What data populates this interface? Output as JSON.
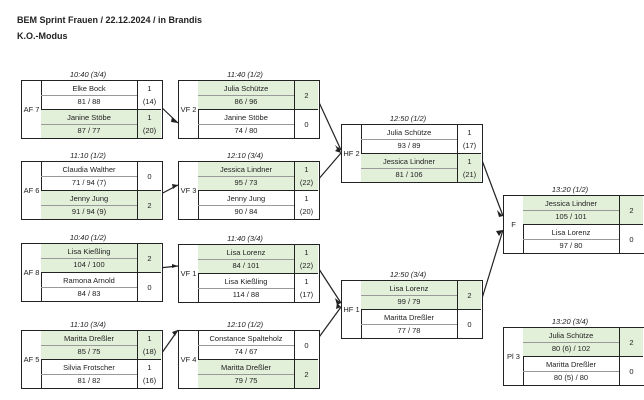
{
  "header": {
    "title": "BEM Sprint Frauen / 22.12.2024 / in Brandis",
    "subtitle": "K.O.-Modus"
  },
  "matches": {
    "af7": {
      "code": "AF 7",
      "time": "10:40 (3/4)",
      "p1": {
        "name": "Elke Bock",
        "score": "81 / 88",
        "sets": "1",
        "diff": "(14)"
      },
      "p2": {
        "name": "Janine Stöbe",
        "score": "87 / 77",
        "sets": "1",
        "diff": "(20)"
      }
    },
    "af6": {
      "code": "AF 6",
      "time": "11:10 (1/2)",
      "p1": {
        "name": "Claudia Walther",
        "score": "71 / 94 (7)",
        "sets": "0"
      },
      "p2": {
        "name": "Jenny Jung",
        "score": "91 / 94 (9)",
        "sets": "2"
      }
    },
    "af8": {
      "code": "AF 8",
      "time": "10:40 (1/2)",
      "p1": {
        "name": "Lisa Kießling",
        "score": "104 / 100",
        "sets": "2"
      },
      "p2": {
        "name": "Ramona Arnold",
        "score": "84 / 83",
        "sets": "0"
      }
    },
    "af5": {
      "code": "AF 5",
      "time": "11:10 (3/4)",
      "p1": {
        "name": "Maritta Dreßler",
        "score": "85 / 75",
        "sets": "1",
        "diff": "(18)"
      },
      "p2": {
        "name": "Silvia Frotscher",
        "score": "81 / 82",
        "sets": "1",
        "diff": "(16)"
      }
    },
    "vf2": {
      "code": "VF 2",
      "time": "11:40 (1/2)",
      "p1": {
        "name": "Julia Schütze",
        "score": "86 / 96",
        "sets": "2"
      },
      "p2": {
        "name": "Janine Stöbe",
        "score": "74 / 80",
        "sets": "0"
      }
    },
    "vf3": {
      "code": "VF 3",
      "time": "12:10 (3/4)",
      "p1": {
        "name": "Jessica Lindner",
        "score": "95 / 73",
        "sets": "1",
        "diff": "(22)"
      },
      "p2": {
        "name": "Jenny Jung",
        "score": "90 / 84",
        "sets": "1",
        "diff": "(20)"
      }
    },
    "vf1": {
      "code": "VF 1",
      "time": "11:40 (3/4)",
      "p1": {
        "name": "Lisa Lorenz",
        "score": "84 / 101",
        "sets": "1",
        "diff": "(22)"
      },
      "p2": {
        "name": "Lisa Kießling",
        "score": "114 / 88",
        "sets": "1",
        "diff": "(17)"
      }
    },
    "vf4": {
      "code": "VF 4",
      "time": "12:10 (1/2)",
      "p1": {
        "name": "Constance Spaltehol​z",
        "score": "74 / 67",
        "sets": "0"
      },
      "p2": {
        "name": "Maritta Dreßler",
        "score": "79 / 75",
        "sets": "2"
      }
    },
    "hf2": {
      "code": "HF 2",
      "time": "12:50 (1/2)",
      "p1": {
        "name": "Julia Schütze",
        "score": "93 / 89",
        "sets": "1",
        "diff": "(17)"
      },
      "p2": {
        "name": "Jessica Lindner",
        "score": "81 / 106",
        "sets": "1",
        "diff": "(21)"
      }
    },
    "hf1": {
      "code": "HF 1",
      "time": "12:50 (3/4)",
      "p1": {
        "name": "Lisa Lorenz",
        "score": "99 / 79",
        "sets": "2"
      },
      "p2": {
        "name": "Maritta Dreßler",
        "score": "77 / 78",
        "sets": "0"
      }
    },
    "f": {
      "code": "F",
      "time": "13:20 (1/2)",
      "p1": {
        "name": "Jessica Lindner",
        "score": "105 / 101",
        "sets": "2"
      },
      "p2": {
        "name": "Lisa Lorenz",
        "score": "97 / 80",
        "sets": "0"
      }
    },
    "pl3": {
      "code": "Pl 3",
      "time": "13:20 (3/4)",
      "p1": {
        "name": "Julia Schütze",
        "score": "80 (6) / 102",
        "sets": "2"
      },
      "p2": {
        "name": "Maritta Dreßler",
        "score": "80 (5) / 80",
        "sets": "0"
      }
    }
  },
  "colors": {
    "winner_fill": "#e2efd9",
    "line": "#222222"
  }
}
